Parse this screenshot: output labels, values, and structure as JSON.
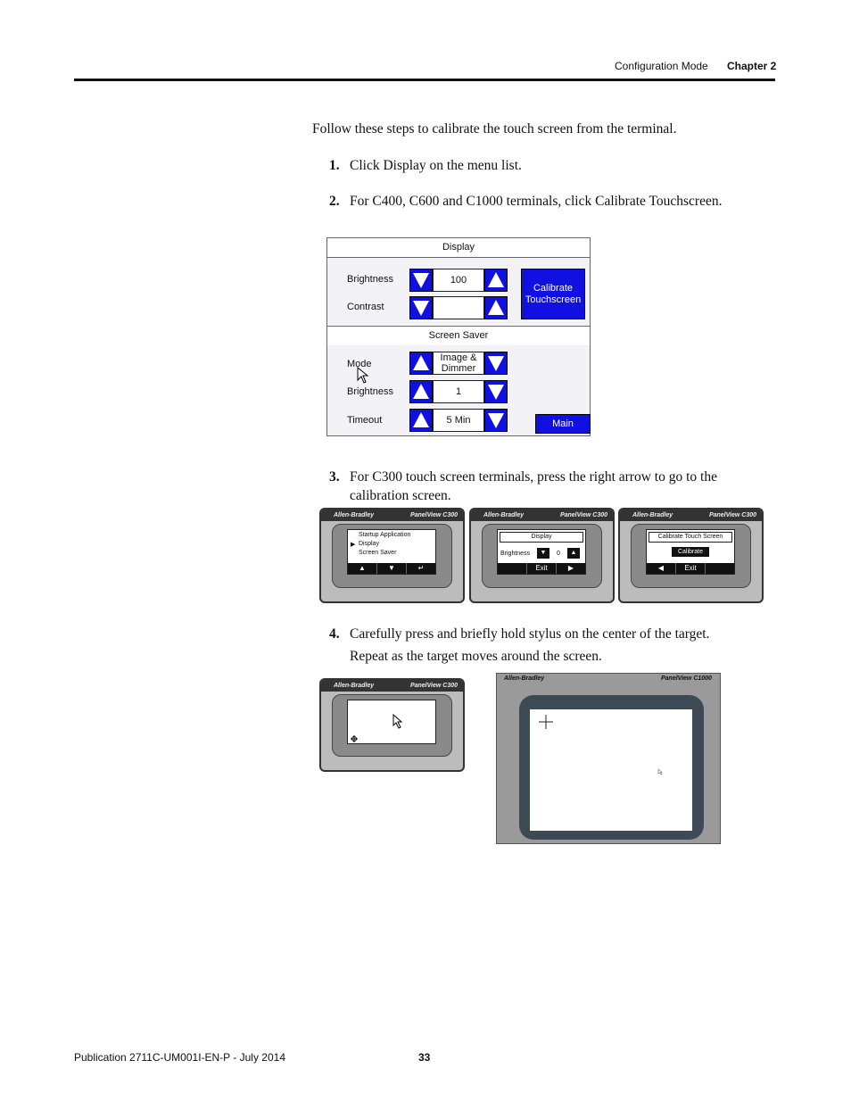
{
  "header": {
    "section": "Configuration Mode",
    "chapter": "Chapter 2"
  },
  "intro": "Follow these steps to calibrate the touch screen from the terminal.",
  "steps": [
    {
      "num": "1.",
      "text": "Click Display on the menu list."
    },
    {
      "num": "2.",
      "text": "For C400, C600 and C1000 terminals, click Calibrate Touchscreen."
    },
    {
      "num": "3.",
      "line1": "For C300 touch screen terminals, press the right arrow to go to the",
      "line2": "calibration screen."
    },
    {
      "num": "4.",
      "line1": "Carefully press and briefly hold stylus on the center of the target.",
      "line2": "Repeat as the target moves around the screen."
    }
  ],
  "display_screen": {
    "title": "Display",
    "brightness_label": "Brightness",
    "brightness_value": "100",
    "contrast_label": "Contrast",
    "contrast_value": "",
    "calibrate_line1": "Calibrate",
    "calibrate_line2": "Touchscreen",
    "screen_saver_title": "Screen Saver",
    "mode_label": "Mode",
    "mode_value_line1": "Image &",
    "mode_value_line2": "Dimmer",
    "ss_brightness_label": "Brightness",
    "ss_brightness_value": "1",
    "timeout_label": "Timeout",
    "timeout_value": "5 Min",
    "main_button": "Main"
  },
  "c300_screens": {
    "brand": "Allen-Bradley",
    "model": "PanelView C300",
    "menu_items": [
      "Startup Application",
      "Display",
      "Screen Saver"
    ],
    "display_title": "Display",
    "brightness_label": "Brightness",
    "brightness_value": "0",
    "exit_label": "Exit",
    "calibrate_title": "Calibrate Touch Screen",
    "calibrate_button": "Calibrate",
    "exit_label2": "Exit"
  },
  "c1000_screen": {
    "brand": "Allen-Bradley",
    "model": "PanelView C1000"
  },
  "footer": {
    "publication": "Publication 2711C-UM001I-EN-P - July 2014",
    "page": "33"
  },
  "colors": {
    "button_blue": "#1010e0",
    "bezel_gray": "#8a8a8a"
  }
}
